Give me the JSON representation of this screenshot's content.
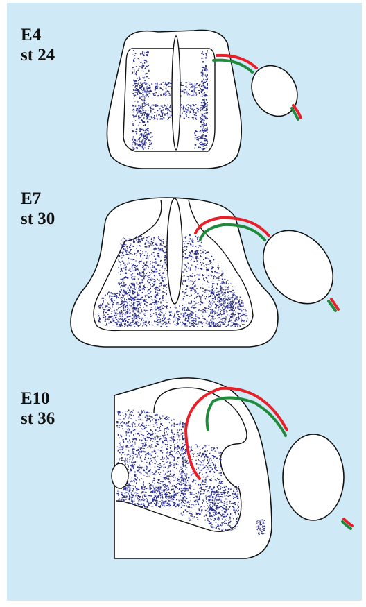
{
  "colors": {
    "background": "#cfe9f7",
    "tissue_fill": "#ffffff",
    "outline": "#111111",
    "stipple": "#2b2f8c",
    "axon_red": "#e8202a",
    "axon_green": "#1f8a3c"
  },
  "panels": [
    {
      "id": "e4",
      "day": "E4",
      "stage": "st 24"
    },
    {
      "id": "e7",
      "day": "E7",
      "stage": "st 30"
    },
    {
      "id": "e10",
      "day": "E10",
      "stage": "st 36"
    }
  ]
}
